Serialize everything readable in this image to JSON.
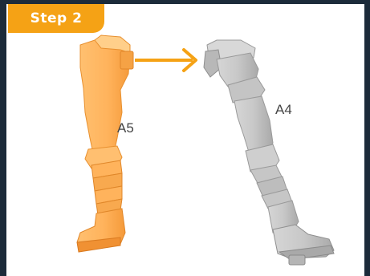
{
  "step_label": "Step 2",
  "parts": {
    "source_label": "A5",
    "target_label": "A4"
  },
  "colors": {
    "accent": "#f5a215",
    "source_part": "#ffb35c",
    "target_part": "#c8c8c8",
    "frame": "#1c2b3a"
  },
  "icons": {
    "arrow": "arrow-right-icon"
  }
}
